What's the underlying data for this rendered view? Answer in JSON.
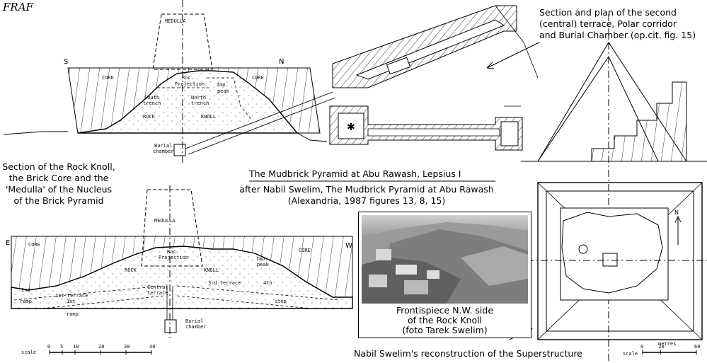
{
  "signature": "FRAF",
  "captions": {
    "section_plan": [
      "Section and plan of the second",
      "(central) terrace, Polar corridor",
      "and Burial Chamber (op.cit. fig. 15)"
    ],
    "rock_knoll": [
      "Section of the Rock Knoll,",
      "the Brick Core and the",
      "'Medulla' of the Nucleus",
      "of the Brick Pyramid"
    ],
    "title": "The Mudbrick Pyramid at Abu Rawash, Lepsius I",
    "source": [
      "after Nabil Swelim, The Mudbrick Pyramid at Abu Rawash",
      "(Alexandria, 1987 figures 13, 8, 15)"
    ],
    "photo": [
      "Frontispiece N.W. side",
      "of the Rock Knoll",
      "(foto Tarek Swelim)"
    ],
    "reconstruction": "Nabil Swelim's reconstruction of the Superstructure"
  },
  "section_top": {
    "compass_left": "S",
    "compass_right": "N",
    "labels": {
      "medulla": "MEDULLA",
      "core_left": "CORE",
      "core_right": "CORE",
      "projection": [
        "Roc.",
        "Projection"
      ],
      "peak": [
        "Imo.",
        "peak"
      ],
      "south_trench": [
        "South",
        "trench"
      ],
      "north_trench": [
        "North",
        "trench"
      ],
      "rock": "ROCK",
      "knoll": "KNOLL",
      "burial": [
        "Burial",
        "chamber"
      ]
    }
  },
  "section_bottom": {
    "compass_left": "E",
    "compass_right": "W",
    "labels": {
      "medulla": "MEDULLA",
      "core_left": "CORE",
      "core_right": "CORE",
      "projection": [
        "Roc.",
        "Projection"
      ],
      "peak": [
        "Imo.",
        "peak"
      ],
      "rock": "ROCK",
      "knoll": "KNOLL",
      "central": [
        "Central",
        "terrace"
      ],
      "third_terrace": "3rd terrace",
      "fourth": "4th",
      "second": [
        "2nd",
        "ramp"
      ],
      "first_terrace": "1st terrace",
      "first_ramp": [
        "1st",
        "ramp"
      ],
      "step": "step",
      "burial": [
        "Burial",
        "chamber"
      ]
    },
    "scale_word": "scale",
    "scale_ticks": [
      "0",
      "5",
      "10",
      "20",
      "30",
      "40"
    ]
  },
  "plan": {
    "north": "N",
    "scale_word": "scale",
    "scale_unit": "metres",
    "scale_ticks": [
      "0",
      "20",
      "60"
    ]
  }
}
